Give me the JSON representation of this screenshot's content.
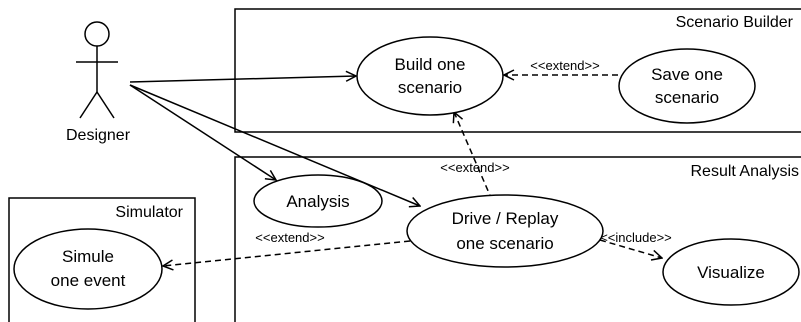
{
  "actor": {
    "name": "Designer"
  },
  "systems": {
    "scenario_builder": {
      "title": "Scenario Builder"
    },
    "result_analysis": {
      "title": "Result Analysis"
    },
    "simulator": {
      "title": "Simulator"
    }
  },
  "use_cases": {
    "build": {
      "line1": "Build one",
      "line2": "scenario"
    },
    "save": {
      "line1": "Save one",
      "line2": "scenario"
    },
    "analysis": {
      "line1": "Analysis"
    },
    "drive": {
      "line1": "Drive / Replay",
      "line2": "one scenario"
    },
    "visualize": {
      "line1": "Visualize"
    },
    "simule": {
      "line1": "Simule",
      "line2": "one event"
    }
  },
  "relations": {
    "save_extends_build": "<<extend>>",
    "drive_extends_build": "<<extend>>",
    "drive_extends_simule": "<<extend>>",
    "drive_includes_visualize": "<<include>>"
  }
}
